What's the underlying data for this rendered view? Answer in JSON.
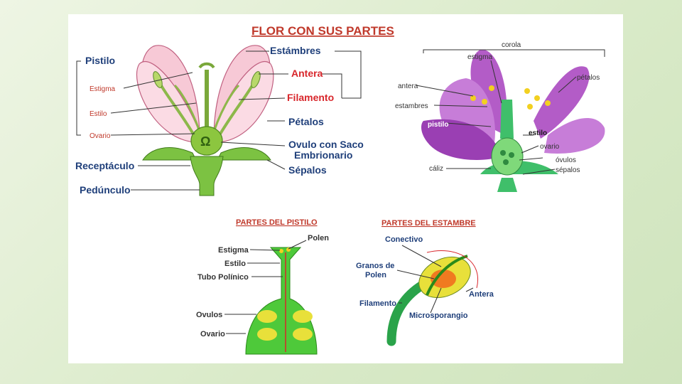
{
  "title": "FLOR CON SUS PARTES",
  "flower1": {
    "pistilo": "Pistilo",
    "estigma": "Estigma",
    "estilo": "Estilo",
    "ovario": "Ovario",
    "receptaculo": "Receptáculo",
    "pedunculo": "Pedúnculo",
    "estambres": "Estámbres",
    "antera": "Antera",
    "filamento": "Filamento",
    "petalos": "Pétalos",
    "ovulo_line1": "Ovulo con Saco",
    "ovulo_line2": "Embrionario",
    "sepalos": "Sépalos"
  },
  "flower2": {
    "corola": "corola",
    "estigma": "estigma",
    "petalos": "pétalos",
    "antera": "antera",
    "estambres": "estambres",
    "pistilo": "pistilo",
    "estilo": "estilo",
    "ovario": "ovario",
    "ovulos": "óvulos",
    "caliz": "cáliz",
    "sepalos": "sépalos"
  },
  "pistil_section": {
    "title": "PARTES DEL PISTILO",
    "polen": "Polen",
    "estigma": "Estigma",
    "estilo": "Estilo",
    "tubo": "Tubo Polínico",
    "ovulos": "Ovulos",
    "ovario": "Ovario"
  },
  "stamen_section": {
    "title": "PARTES DEL ESTAMBRE",
    "conectivo": "Conectivo",
    "granos_line1": "Granos de",
    "granos_line2": "Polen",
    "antera": "Antera",
    "filamento": "Filamento",
    "microsporangio": "Microsporangio"
  }
}
